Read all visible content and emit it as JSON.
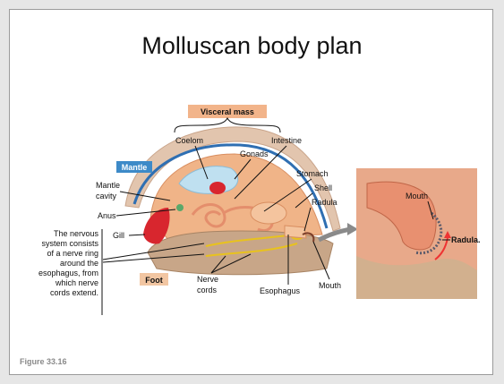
{
  "slide": {
    "title": "Molluscan body plan",
    "figure_label": "Figure 33.16"
  },
  "labels": {
    "visceral_mass": "Visceral mass",
    "coelom": "Coelom",
    "intestine": "Intestine",
    "gonads": "Gonads",
    "mantle": "Mantle",
    "stomach": "Stomach",
    "mantle_cavity_1": "Mantle",
    "mantle_cavity_2": "cavity",
    "shell": "Shell",
    "radula": "Radula",
    "anus": "Anus",
    "gill": "Gill",
    "foot": "Foot",
    "nerve_cords_1": "Nerve",
    "nerve_cords_2": "cords",
    "esophagus": "Esophagus",
    "mouth": "Mouth",
    "inset_mouth": "Mouth",
    "inset_radula": "Radula."
  },
  "nervous_note": [
    "The nervous",
    "system consists",
    "of a nerve ring",
    "around the",
    "esophagus, from",
    "which nerve",
    "cords extend."
  ],
  "colors": {
    "visceral_box": "#f2b48a",
    "mantle_box": "#3d8ac8",
    "foot_box": "#f2c6a2",
    "shell": "#e2c5ae",
    "mantle_line": "#2f6fb2",
    "body": "#f0b488",
    "foot": "#c8a688",
    "gill": "#d8262e",
    "nerve": "#e8c21e",
    "inset_bg": "#e8a98a"
  }
}
